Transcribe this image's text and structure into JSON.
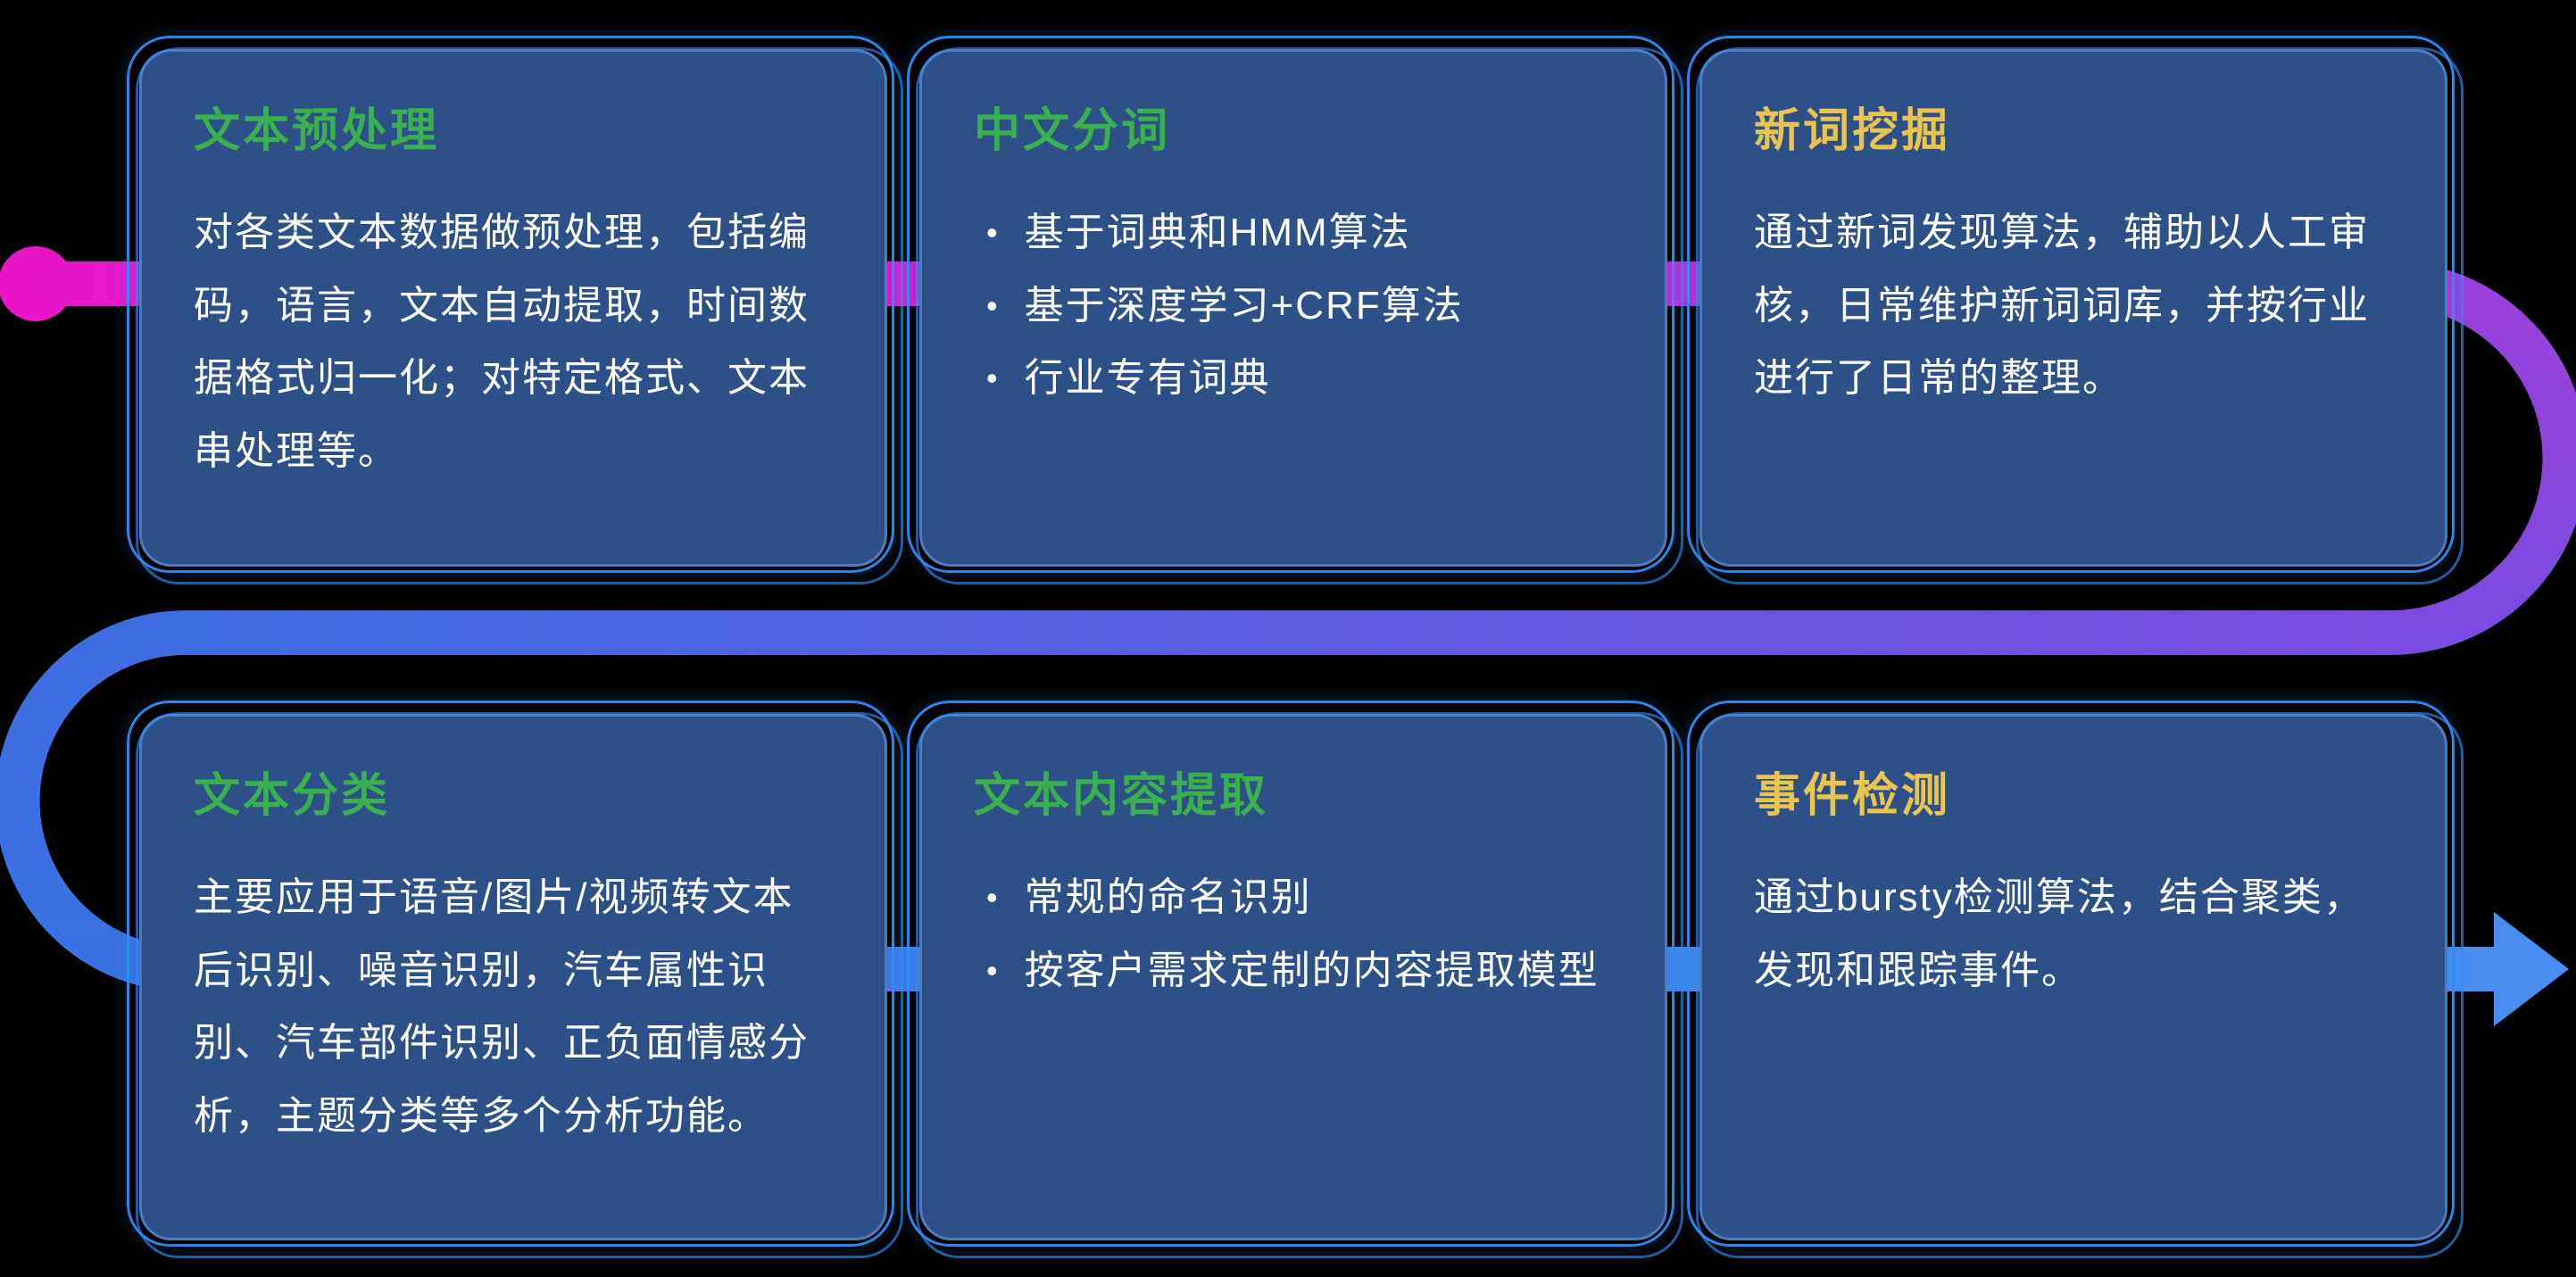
{
  "ui": {
    "bullet_marker": "•"
  },
  "colors": {
    "background": "#000000",
    "card_fill": "#2e5089",
    "card_border": "#4d7cbd",
    "card_outline": "#2f8ef5",
    "title_green": "#3bb04e",
    "title_yellow": "#e9c44f",
    "body_text": "#ffffff",
    "flow_magenta": "#e916c9",
    "flow_purple": "#9a40da",
    "flow_blue": "#3e6de2",
    "flow_blue_end": "#478ef0"
  },
  "cards": [
    {
      "id": "text-preprocessing",
      "title": "文本预处理",
      "title_color": "green",
      "type": "paragraph",
      "text": "对各类文本数据做预处理，包括编码，语言，文本自动提取，时间数据格式归一化；对特定格式、文本串处理等。"
    },
    {
      "id": "chinese-word-segmentation",
      "title": "中文分词",
      "title_color": "green",
      "type": "bullets",
      "bullets": [
        "基于词典和HMM算法",
        "基于深度学习+CRF算法",
        "行业专有词典"
      ]
    },
    {
      "id": "new-word-mining",
      "title": "新词挖掘",
      "title_color": "yellow",
      "type": "paragraph",
      "text": "通过新词发现算法，辅助以人工审核，日常维护新词词库，并按行业进行了日常的整理。"
    },
    {
      "id": "text-classification",
      "title": "文本分类",
      "title_color": "green",
      "type": "paragraph",
      "text": "主要应用于语音/图片/视频转文本后识别、噪音识别，汽车属性识别、汽车部件识别、正负面情感分析，主题分类等多个分析功能。"
    },
    {
      "id": "text-content-extraction",
      "title": "文本内容提取",
      "title_color": "green",
      "type": "bullets",
      "bullets": [
        "常规的命名识别",
        "按客户需求定制的内容提取模型"
      ]
    },
    {
      "id": "event-detection",
      "title": "事件检测",
      "title_color": "yellow",
      "type": "paragraph",
      "text": "通过bursty检测算法，结合聚类，发现和跟踪事件。"
    }
  ]
}
